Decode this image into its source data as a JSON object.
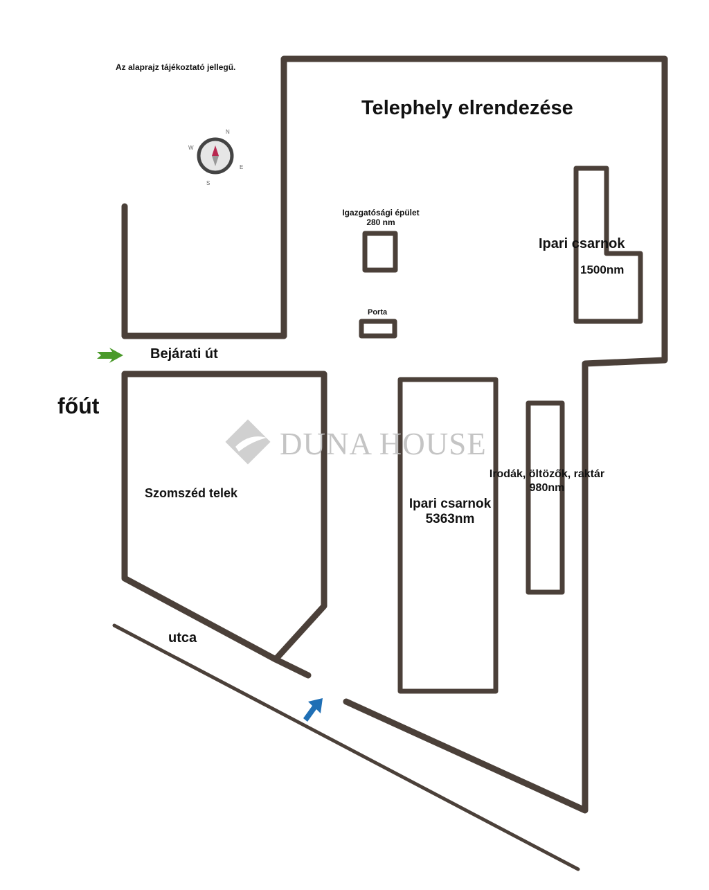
{
  "title": "Telephely elrendezése",
  "disclaimer": "Az alaprajz tájékoztató jellegű.",
  "compass": {
    "n": "N",
    "e": "E",
    "s": "S",
    "w": "W"
  },
  "labels": {
    "entrance_road": "Bejárati út",
    "main_road": "főút",
    "neighbor_plot": "Szomszéd telek",
    "street": "utca",
    "admin_building": "Igazgatósági épület",
    "admin_area": "280 nm",
    "gate": "Porta",
    "hall_small": "Ipari csarnok",
    "hall_small_area": "1500nm",
    "hall_large": "Ipari csarnok",
    "hall_large_area": "5363nm",
    "offices": "Irodák, öltözők, raktár",
    "offices_area": "980nm"
  },
  "watermark": "DUNA HOUSE",
  "colors": {
    "wall": "#4b4039",
    "entrance_arrow": "#4a9a2a",
    "street_arrow": "#1f6fb5",
    "watermark": "#c8c8c8"
  }
}
